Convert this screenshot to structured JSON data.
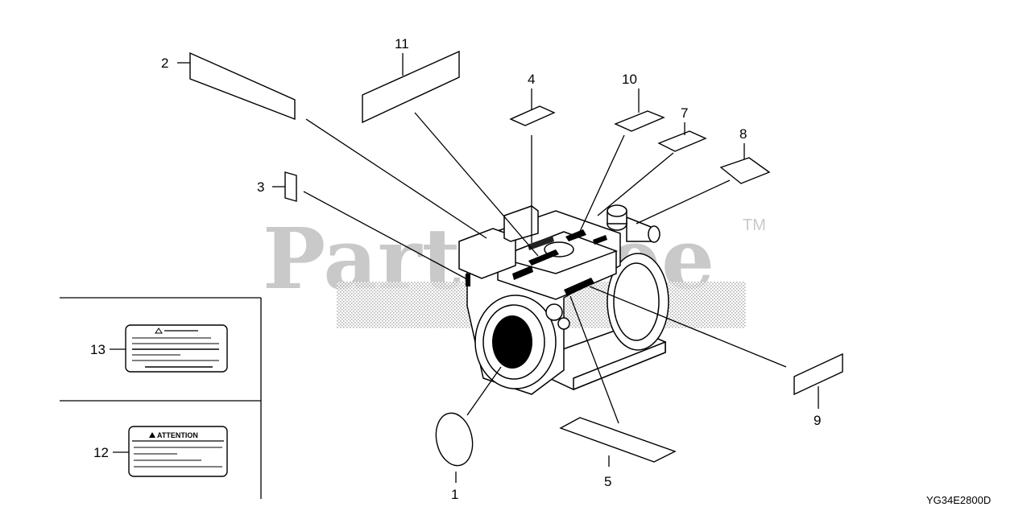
{
  "watermark": {
    "text": "PartsTree",
    "trademark": "TM"
  },
  "callouts": {
    "c1": "1",
    "c2": "2",
    "c3": "3",
    "c4": "4",
    "c5": "5",
    "c7": "7",
    "c8": "8",
    "c9": "9",
    "c10": "10",
    "c11": "11",
    "c12": "12",
    "c13": "13"
  },
  "label_12_heading": "ATTENTION",
  "diagram_code": "YG34E2800D"
}
